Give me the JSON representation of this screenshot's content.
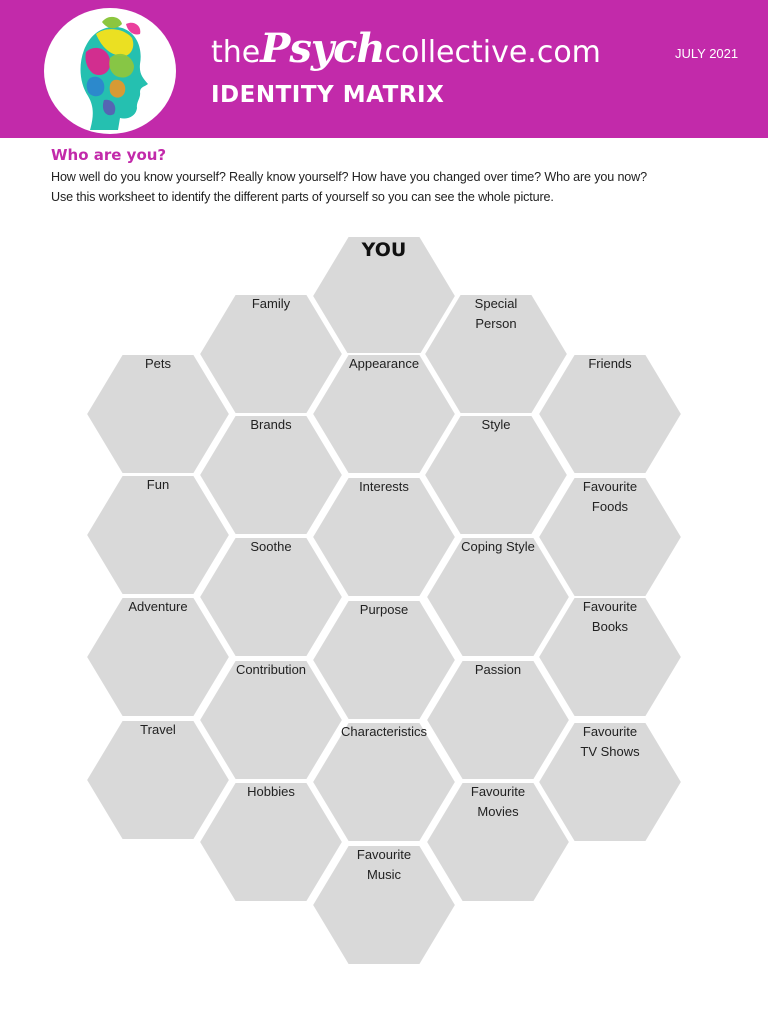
{
  "header": {
    "brand_prefix": "the",
    "brand_main": "Psych",
    "brand_suffix": "collective.com",
    "title": "IDENTITY MATRIX",
    "date": "JULY 2021",
    "colors": {
      "header_bg": "#c22aaa",
      "text": "#ffffff",
      "logo_bg": "#ffffff"
    },
    "logo_icon": "head-silhouette-leaves-icon"
  },
  "intro": {
    "heading": "Who are you?",
    "line1": "How well do you know yourself? Really know yourself? How have you changed over time?  Who are you now?",
    "line2": "Use this worksheet to identify the different parts of yourself so you can see the whole picture.",
    "heading_color": "#c22aaa"
  },
  "matrix": {
    "hex_fill": "#d9d9d9",
    "center": "YOU",
    "cells": [
      {
        "id": "you",
        "label": [
          "YOU"
        ]
      },
      {
        "id": "family",
        "label": [
          "Family"
        ]
      },
      {
        "id": "special-person",
        "label": [
          "Special",
          "Person"
        ]
      },
      {
        "id": "pets",
        "label": [
          "Pets"
        ]
      },
      {
        "id": "appearance",
        "label": [
          "Appearance"
        ]
      },
      {
        "id": "friends",
        "label": [
          "Friends"
        ]
      },
      {
        "id": "brands",
        "label": [
          "Brands"
        ]
      },
      {
        "id": "style",
        "label": [
          "Style"
        ]
      },
      {
        "id": "fun",
        "label": [
          "Fun"
        ]
      },
      {
        "id": "interests",
        "label": [
          "Interests"
        ]
      },
      {
        "id": "favourite-foods",
        "label": [
          "Favourite",
          "Foods"
        ]
      },
      {
        "id": "soothe",
        "label": [
          "Soothe"
        ]
      },
      {
        "id": "coping-style",
        "label": [
          "Coping Style"
        ]
      },
      {
        "id": "adventure",
        "label": [
          "Adventure"
        ]
      },
      {
        "id": "purpose",
        "label": [
          "Purpose"
        ]
      },
      {
        "id": "favourite-books",
        "label": [
          "Favourite",
          "Books"
        ]
      },
      {
        "id": "contribution",
        "label": [
          "Contribution"
        ]
      },
      {
        "id": "passion",
        "label": [
          "Passion"
        ]
      },
      {
        "id": "travel",
        "label": [
          "Travel"
        ]
      },
      {
        "id": "characteristics",
        "label": [
          "Characteristics"
        ]
      },
      {
        "id": "favourite-tv-shows",
        "label": [
          "Favourite",
          "TV Shows"
        ]
      },
      {
        "id": "hobbies",
        "label": [
          "Hobbies"
        ]
      },
      {
        "id": "favourite-movies",
        "label": [
          "Favourite",
          "Movies"
        ]
      },
      {
        "id": "favourite-music",
        "label": [
          "Favourite",
          "Music"
        ]
      }
    ]
  }
}
